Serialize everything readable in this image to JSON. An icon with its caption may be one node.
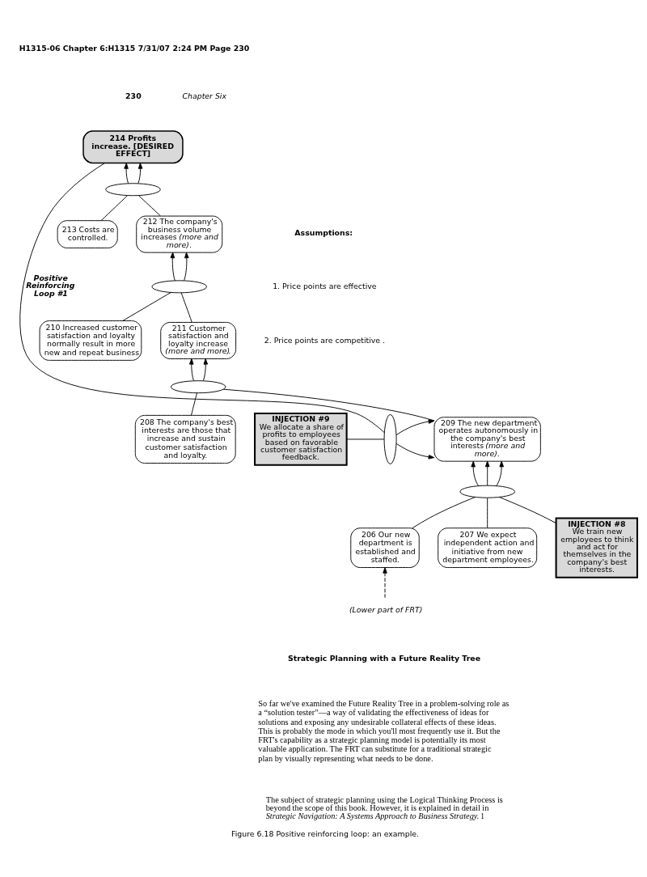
{
  "diagram": {
    "caption": "Figure 6.18 Positive reinforcing loop: an example.",
    "nodes": [
      {
        "text": [
          "214 Profits increase. [DESIRED EFFECT]"
        ]
      },
      {
        "text": [],
        "shape": "ellipse"
      },
      {
        "text": [
          "212 The company's business volume increases *(more and more)*."
        ]
      },
      {
        "text": [
          "213 Costs are controlled."
        ]
      },
      {
        "text": [],
        "shape": "ellipse"
      },
      {
        "text": [
          "210 Increased customer satisfaction and loyalty normally result in more new and repeat business"
        ]
      },
      {
        "text": [
          "211 Customer satisfaction and loyalty increase *(more and more)*."
        ]
      },
      {
        "text": [],
        "shape": "ellipse"
      },
      {
        "text": [
          "208 The company's best interests are those that increase and sustain customer satisfaction and loyalty."
        ]
      },
      {
        "text": [
          "209 The new department operates autonomously in the company's best interests *(more and more)*."
        ]
      },
      {
        "text": [],
        "shape": "ellipse"
      },
      {
        "text": [
          "INJECTION #9",
          "We allocate a share of profits to employees based on favorable customer satisfaction feedback."
        ]
      },
      {
        "text": [],
        "shape": "ellipse"
      },
      {
        "text": [
          "206 Our new department is established and staffed."
        ]
      },
      {
        "text": [
          "207 We expect independent action and initiative from new department employees."
        ]
      },
      {
        "text": [
          "INJECTION #8",
          "We train new employees to think and act for themselves in the company's best interests."
        ]
      },
      {
        "text": [
          "(Lower part of FRT)"
        ]
      }
    ],
    "edges": [
      {
        "from": 1,
        "to": 0,
        "arrow": "to"
      },
      {
        "from": 1,
        "to": 0,
        "arrow": "to"
      },
      {
        "from": 2,
        "to": 1,
        "arrow": "none"
      },
      {
        "from": 3,
        "to": 1,
        "arrow": "none"
      },
      {
        "from": 4,
        "to": 2,
        "arrow": "to"
      },
      {
        "from": 4,
        "to": 2,
        "arrow": "to"
      },
      {
        "from": 5,
        "to": 4,
        "arrow": "none"
      },
      {
        "from": 6,
        "to": 4,
        "arrow": "none"
      },
      {
        "from": 7,
        "to": 6,
        "arrow": "to"
      },
      {
        "from": 7,
        "to": 6,
        "arrow": "to"
      },
      {
        "from": 8,
        "to": 7,
        "arrow": "none"
      },
      {
        "from": 9,
        "to": 7,
        "arrow": "none"
      },
      {
        "from": 12,
        "to": 9,
        "arrow": "to"
      },
      {
        "from": 12,
        "to": 9,
        "arrow": "to"
      },
      {
        "from": 12,
        "to": 9,
        "arrow": "to"
      },
      {
        "from": 13,
        "to": 12,
        "arrow": "none"
      },
      {
        "from": 14,
        "to": 12,
        "arrow": "none"
      },
      {
        "from": 15,
        "to": 12,
        "arrow": "none"
      },
      {
        "from": 16,
        "to": 13,
        "arrow": "to",
        "style": "dashed"
      },
      {
        "from": 0,
        "to": 10,
        "arrow": "none",
        "label": "Positive Reinforcing Loop #1"
      },
      {
        "from": 11,
        "to": 10,
        "arrow": "none"
      },
      {
        "from": 10,
        "to": 9,
        "arrow": "to"
      },
      {
        "from": 10,
        "to": 9,
        "arrow": "to"
      }
    ],
    "labels": [
      "H1315-06 Chapter 6:H1315 7/31/07 2:24 PM Page 230",
      "230",
      "Chapter Six",
      "Assumptions:",
      "1. Price points are effective",
      "2. Price points are competitive .",
      "Strategic Planning with a Future Reality Tree",
      "So far we've examined the Future Reality Tree in a problem-solving role as a “solution tester”—a way of validating the effectiveness of ideas for solutions and exposing any undesirable collateral effects of these ideas. This is probably the mode in which you'll most frequently use it. But the FRT's capability as a strategic planning model is potentially its most valuable application. The FRT can substitute for a traditional strategic plan by visually representing what needs to be done.",
      "The subject of strategic planning using the Logical Thinking Process is beyond the scope of this book. However, it is explained in detail in *Strategic Navigation: A Systems Approach to Business Strategy.*$^{1}$"
    ]
  }
}
